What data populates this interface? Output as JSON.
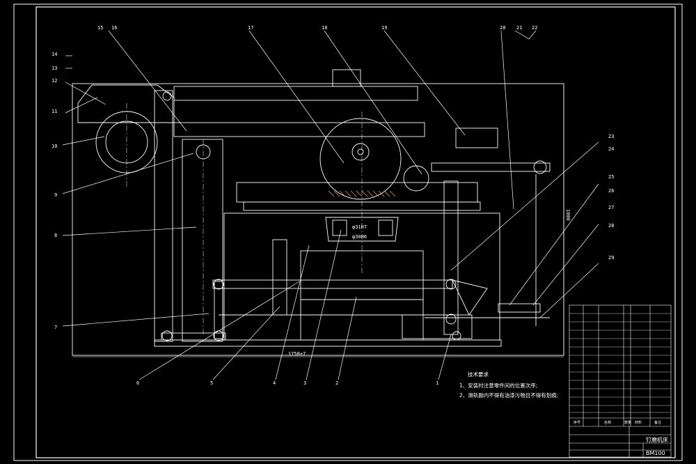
{
  "colors": {
    "background": "#000000",
    "line": "#ffffff",
    "part": "#dddddd",
    "hatch": "#ffbb66"
  },
  "callouts": [
    "1",
    "2",
    "3",
    "4",
    "5",
    "6",
    "7",
    "8",
    "9",
    "10",
    "11",
    "12",
    "13",
    "14",
    "15",
    "16",
    "17",
    "18",
    "19",
    "20",
    "21",
    "22",
    "23",
    "24",
    "25",
    "26",
    "27",
    "28",
    "29"
  ],
  "dimensions": {
    "overall_width": "1758±7",
    "overall_height": "1000",
    "fit_1": "φ31H7",
    "fit_2": "φ30H6"
  },
  "notes": {
    "heading": "技术要求",
    "items": [
      "1、安装时注意零件间的位置次序;",
      "2、滑轨副内不得有油漆污物且不得有划痕;"
    ]
  },
  "title_block": {
    "header": [
      "序号",
      "名称",
      "数量",
      "材料",
      "备注"
    ],
    "drawing_name": "钉磨机床",
    "drawing_code": "BM100"
  }
}
